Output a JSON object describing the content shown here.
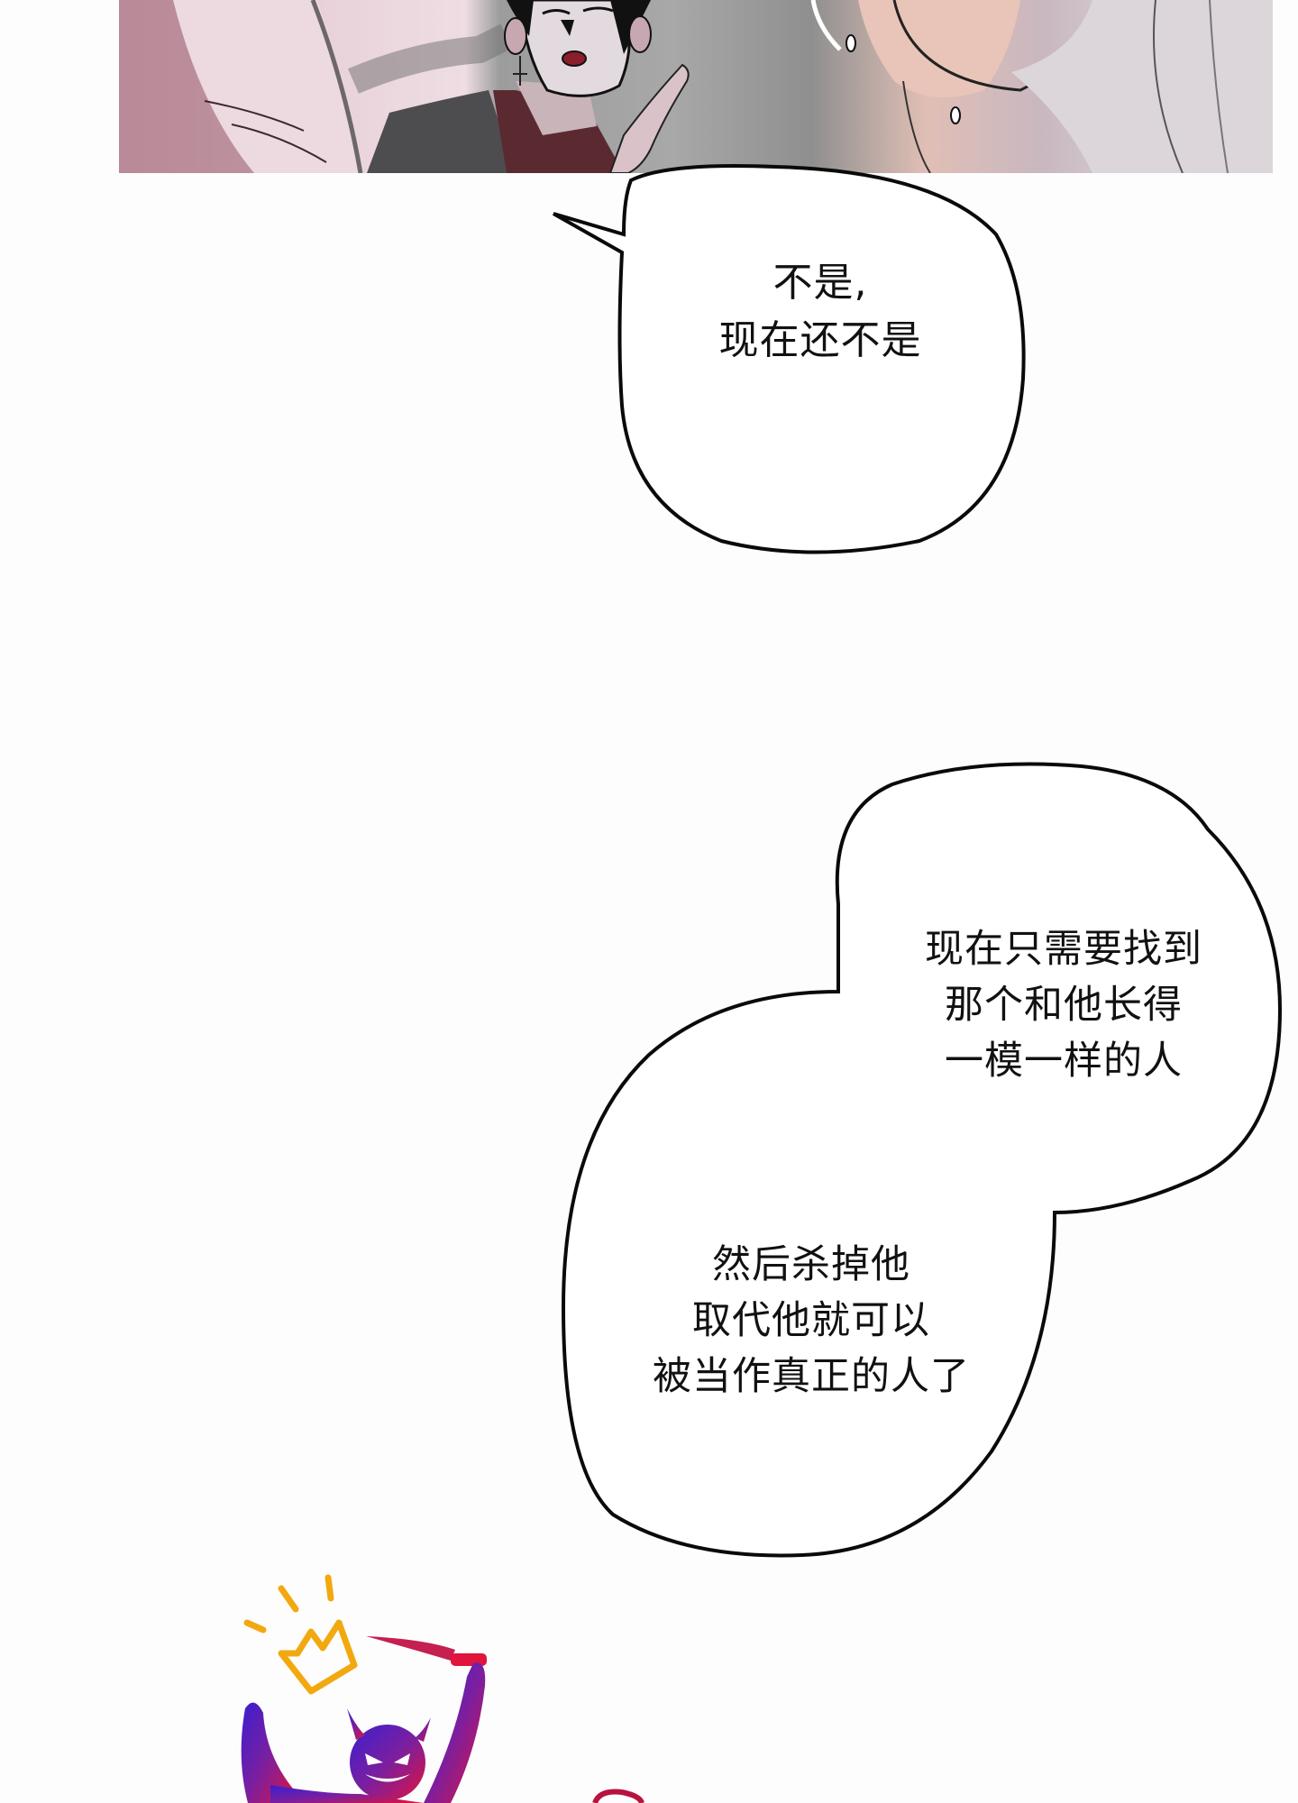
{
  "page": {
    "type": "webtoon-strip",
    "background": "#fdfdfe"
  },
  "top_panel": {
    "description": "Character with piercings and sweat drops raising index finger",
    "colors": {
      "pink_skin": "#e9d2da",
      "gray_wall": "#9c9c9c",
      "jacket": "#4a4a4a",
      "shirt": "#5a2a30"
    }
  },
  "bubble_1": {
    "lines": [
      "不是,",
      "现在还不是"
    ]
  },
  "bubble_2": {
    "top_lines": [
      "现在只需要找到",
      "那个和他长得",
      "一模一样的人"
    ],
    "bottom_lines": [
      "然后杀掉他",
      "取代他就可以",
      "被当作真正的人了"
    ]
  },
  "illustration": {
    "description": "Devil figure holding knife with crown doodle",
    "crown_color": "#f2a90f",
    "devil_colors": [
      "#3a1fd0",
      "#e0143c",
      "#7a1fa0"
    ]
  }
}
